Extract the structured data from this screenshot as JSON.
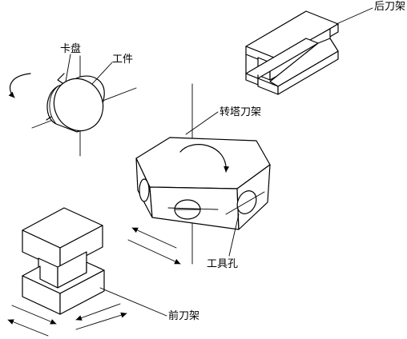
{
  "labels": {
    "rear_tool_post": "后刀架",
    "chuck": "卡盘",
    "workpiece": "工件",
    "turret_tool_post": "转塔刀架",
    "tool_hole": "工具孔",
    "front_tool_post": "前刀架"
  },
  "colors": {
    "stroke": "#000000",
    "background": "#ffffff"
  }
}
